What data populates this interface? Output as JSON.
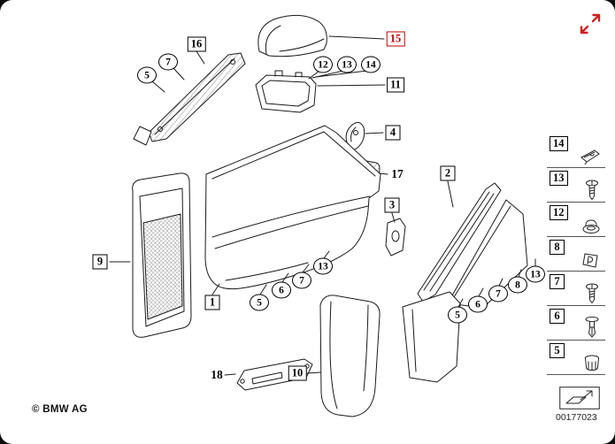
{
  "page": {
    "copyright": "© BMW AG",
    "diagram_number": "00177023",
    "background_color": "#ffffff",
    "line_color": "#1a1a1a",
    "highlight_color": "#c00000"
  },
  "toolbar": {
    "fullscreen_icon": "expand-arrows"
  },
  "callouts": {
    "boxed": [
      {
        "label": "16"
      },
      {
        "label": "15",
        "highlighted": true
      },
      {
        "label": "11"
      },
      {
        "label": "4"
      },
      {
        "label": "2"
      },
      {
        "label": "3"
      },
      {
        "label": "9"
      },
      {
        "label": "1"
      },
      {
        "label": "10"
      }
    ],
    "plain": [
      {
        "label": "17"
      },
      {
        "label": "18"
      }
    ],
    "circled": [
      {
        "label": "5"
      },
      {
        "label": "7"
      },
      {
        "label": "12"
      },
      {
        "label": "13"
      },
      {
        "label": "14"
      },
      {
        "label": "5"
      },
      {
        "label": "6"
      },
      {
        "label": "7"
      },
      {
        "label": "13"
      },
      {
        "label": "5"
      },
      {
        "label": "6"
      },
      {
        "label": "7"
      },
      {
        "label": "8"
      },
      {
        "label": "13"
      }
    ]
  },
  "legend": {
    "items": [
      {
        "label": "14",
        "icon": "clip-icon"
      },
      {
        "label": "13",
        "icon": "screw-icon"
      },
      {
        "label": "12",
        "icon": "grommet-icon"
      },
      {
        "label": "8",
        "icon": "clip-p-icon"
      },
      {
        "label": "7",
        "icon": "screw-icon"
      },
      {
        "label": "6",
        "icon": "rivet-icon"
      },
      {
        "label": "5",
        "icon": "cap-nut-icon"
      }
    ]
  },
  "footer": {
    "thumbnail_icon": "open-parent-diagram"
  }
}
